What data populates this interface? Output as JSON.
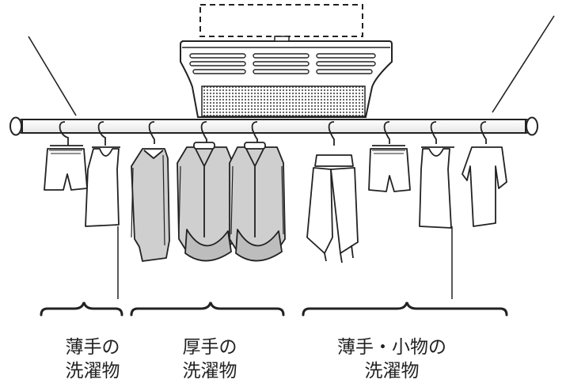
{
  "groups": [
    {
      "line1": "薄手の",
      "line2": "洗濯物"
    },
    {
      "line1": "厚手の",
      "line2": "洗濯物"
    },
    {
      "line1": "薄手・小物の",
      "line2": "洗濯物"
    }
  ],
  "colors": {
    "stroke": "#222222",
    "thick_fill": "#cfcfcf",
    "background": "#ffffff"
  }
}
